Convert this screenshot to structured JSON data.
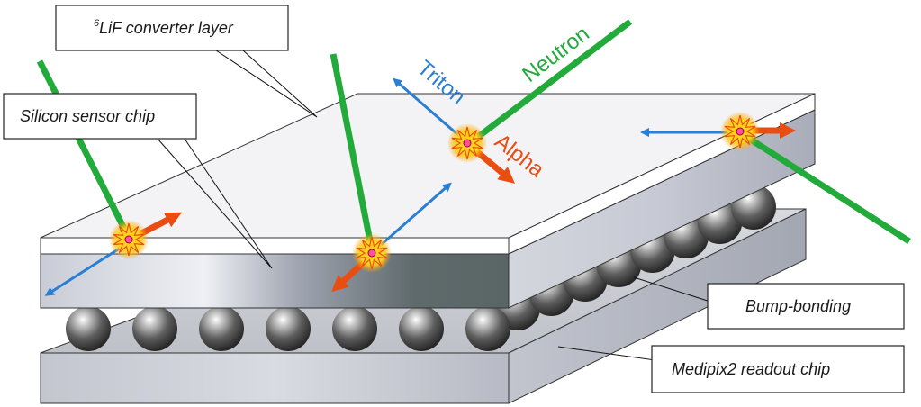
{
  "labels": {
    "converter": "LiF converter layer",
    "converter_isotope": "6",
    "sensor": "Silicon sensor chip",
    "bump": "Bump-bonding",
    "readout": "Medipix2 readout chip"
  },
  "particles": {
    "neutron": "Neutron",
    "triton": "Triton",
    "alpha": "Alpha"
  },
  "colors": {
    "neutron": "#22aa3a",
    "triton": "#2a7fd4",
    "alpha": "#ea4d12",
    "layer_top": "#f1f1f3",
    "layer_edge": "#b9bcc6",
    "outline": "#222222"
  }
}
